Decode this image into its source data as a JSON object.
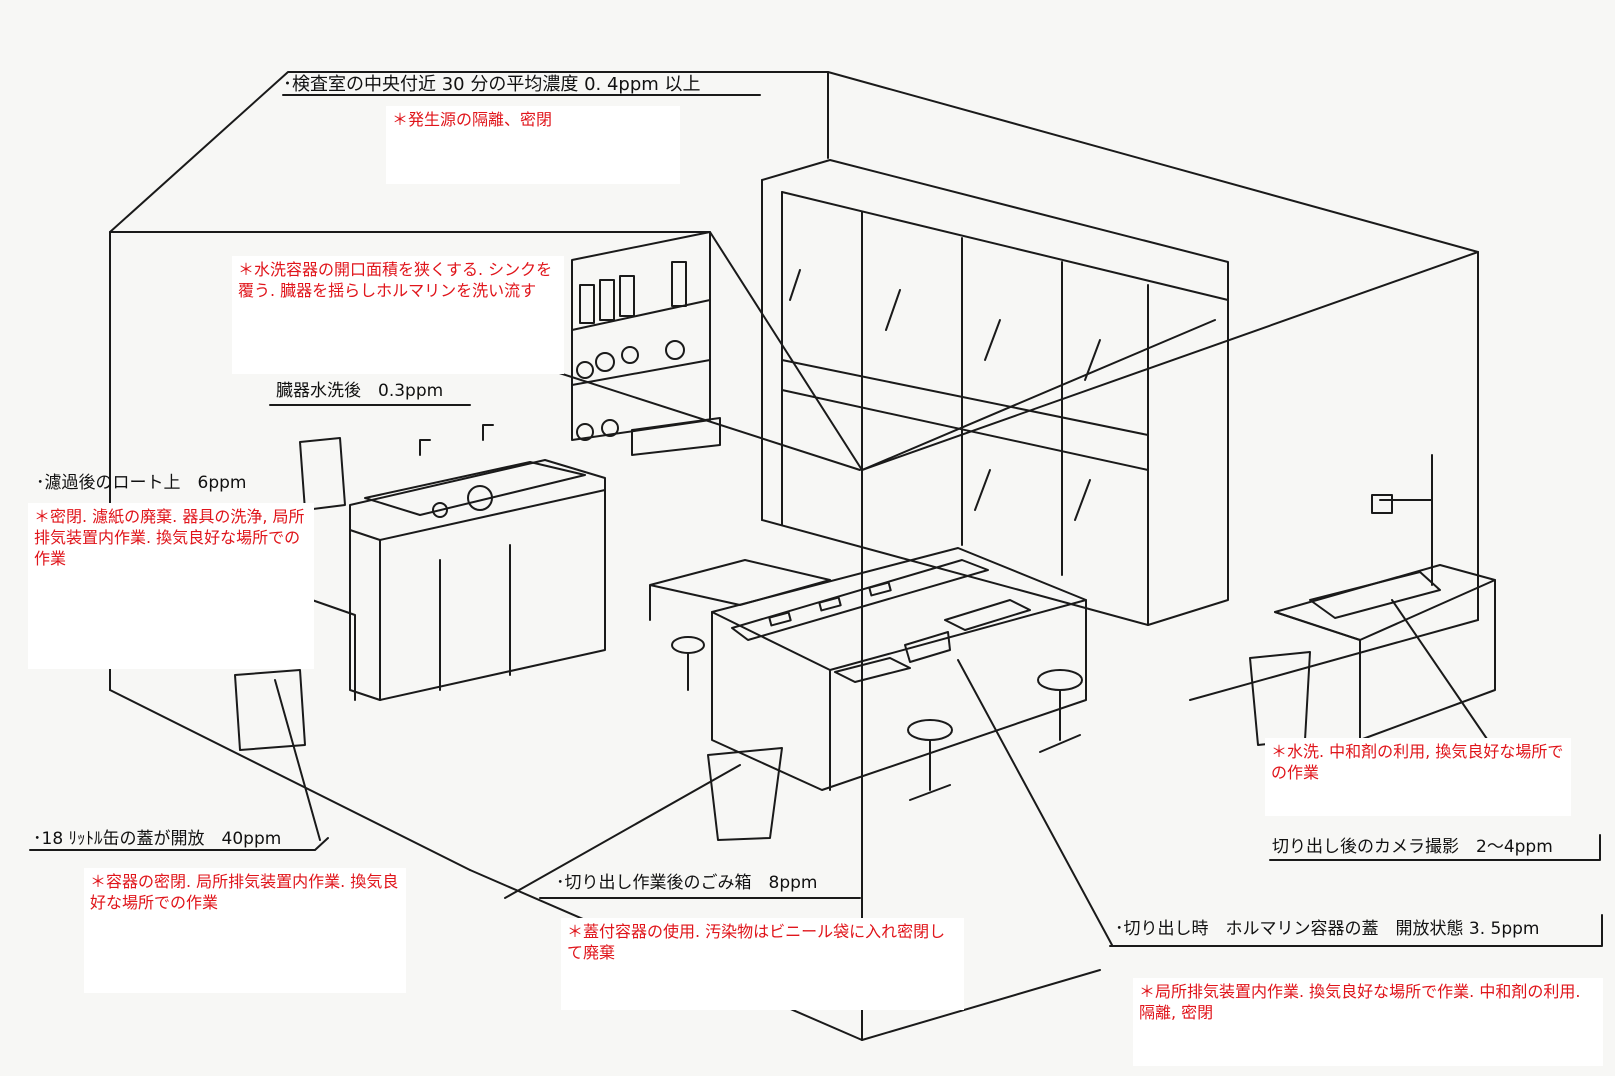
{
  "labels": {
    "room_center": "･検査室の中央付近 30 分の平均濃度 0. 4ppm 以上",
    "organ_wash": "臓器水洗後　0.3ppm",
    "funnel": "･濾過後のロート上　6ppm",
    "can_lid": "･18 ﾘｯﾄﾙ缶の蓋が開放　40ppm",
    "trash": "･切り出し作業後のごみ箱　8ppm",
    "camera": "切り出し後のカメラ撮影　2～4ppm",
    "cutting": "･切り出し時　ホルマリン容器の蓋　開放状態 3. 5ppm"
  },
  "notes": {
    "source_isolation": "＊発生源の隔離、密閉",
    "wash_container": "＊水洗容器の開口面積を狭くする. シンクを覆う. 臓器を揺らしホルマリンを洗い流す",
    "funnel_measures": "＊密閉. 濾紙の廃棄. 器具の洗浄, 局所排気装置内作業. 換気良好な場所での作業",
    "can_measures": "＊容器の密閉. 局所排気装置内作業. 換気良好な場所での作業",
    "trash_measures": "＊蓋付容器の使用. 汚染物はビニール袋に入れ密閉して廃棄",
    "camera_measures": "＊水洗. 中和剤の利用, 換気良好な場所での作業",
    "cutting_measures": "＊局所排気装置内作業. 換気良好な場所で作業. 中和剤の利用. 隔離, 密閉"
  },
  "colors": {
    "note_text": "#e0151b",
    "ink": "#1a1a1a"
  }
}
